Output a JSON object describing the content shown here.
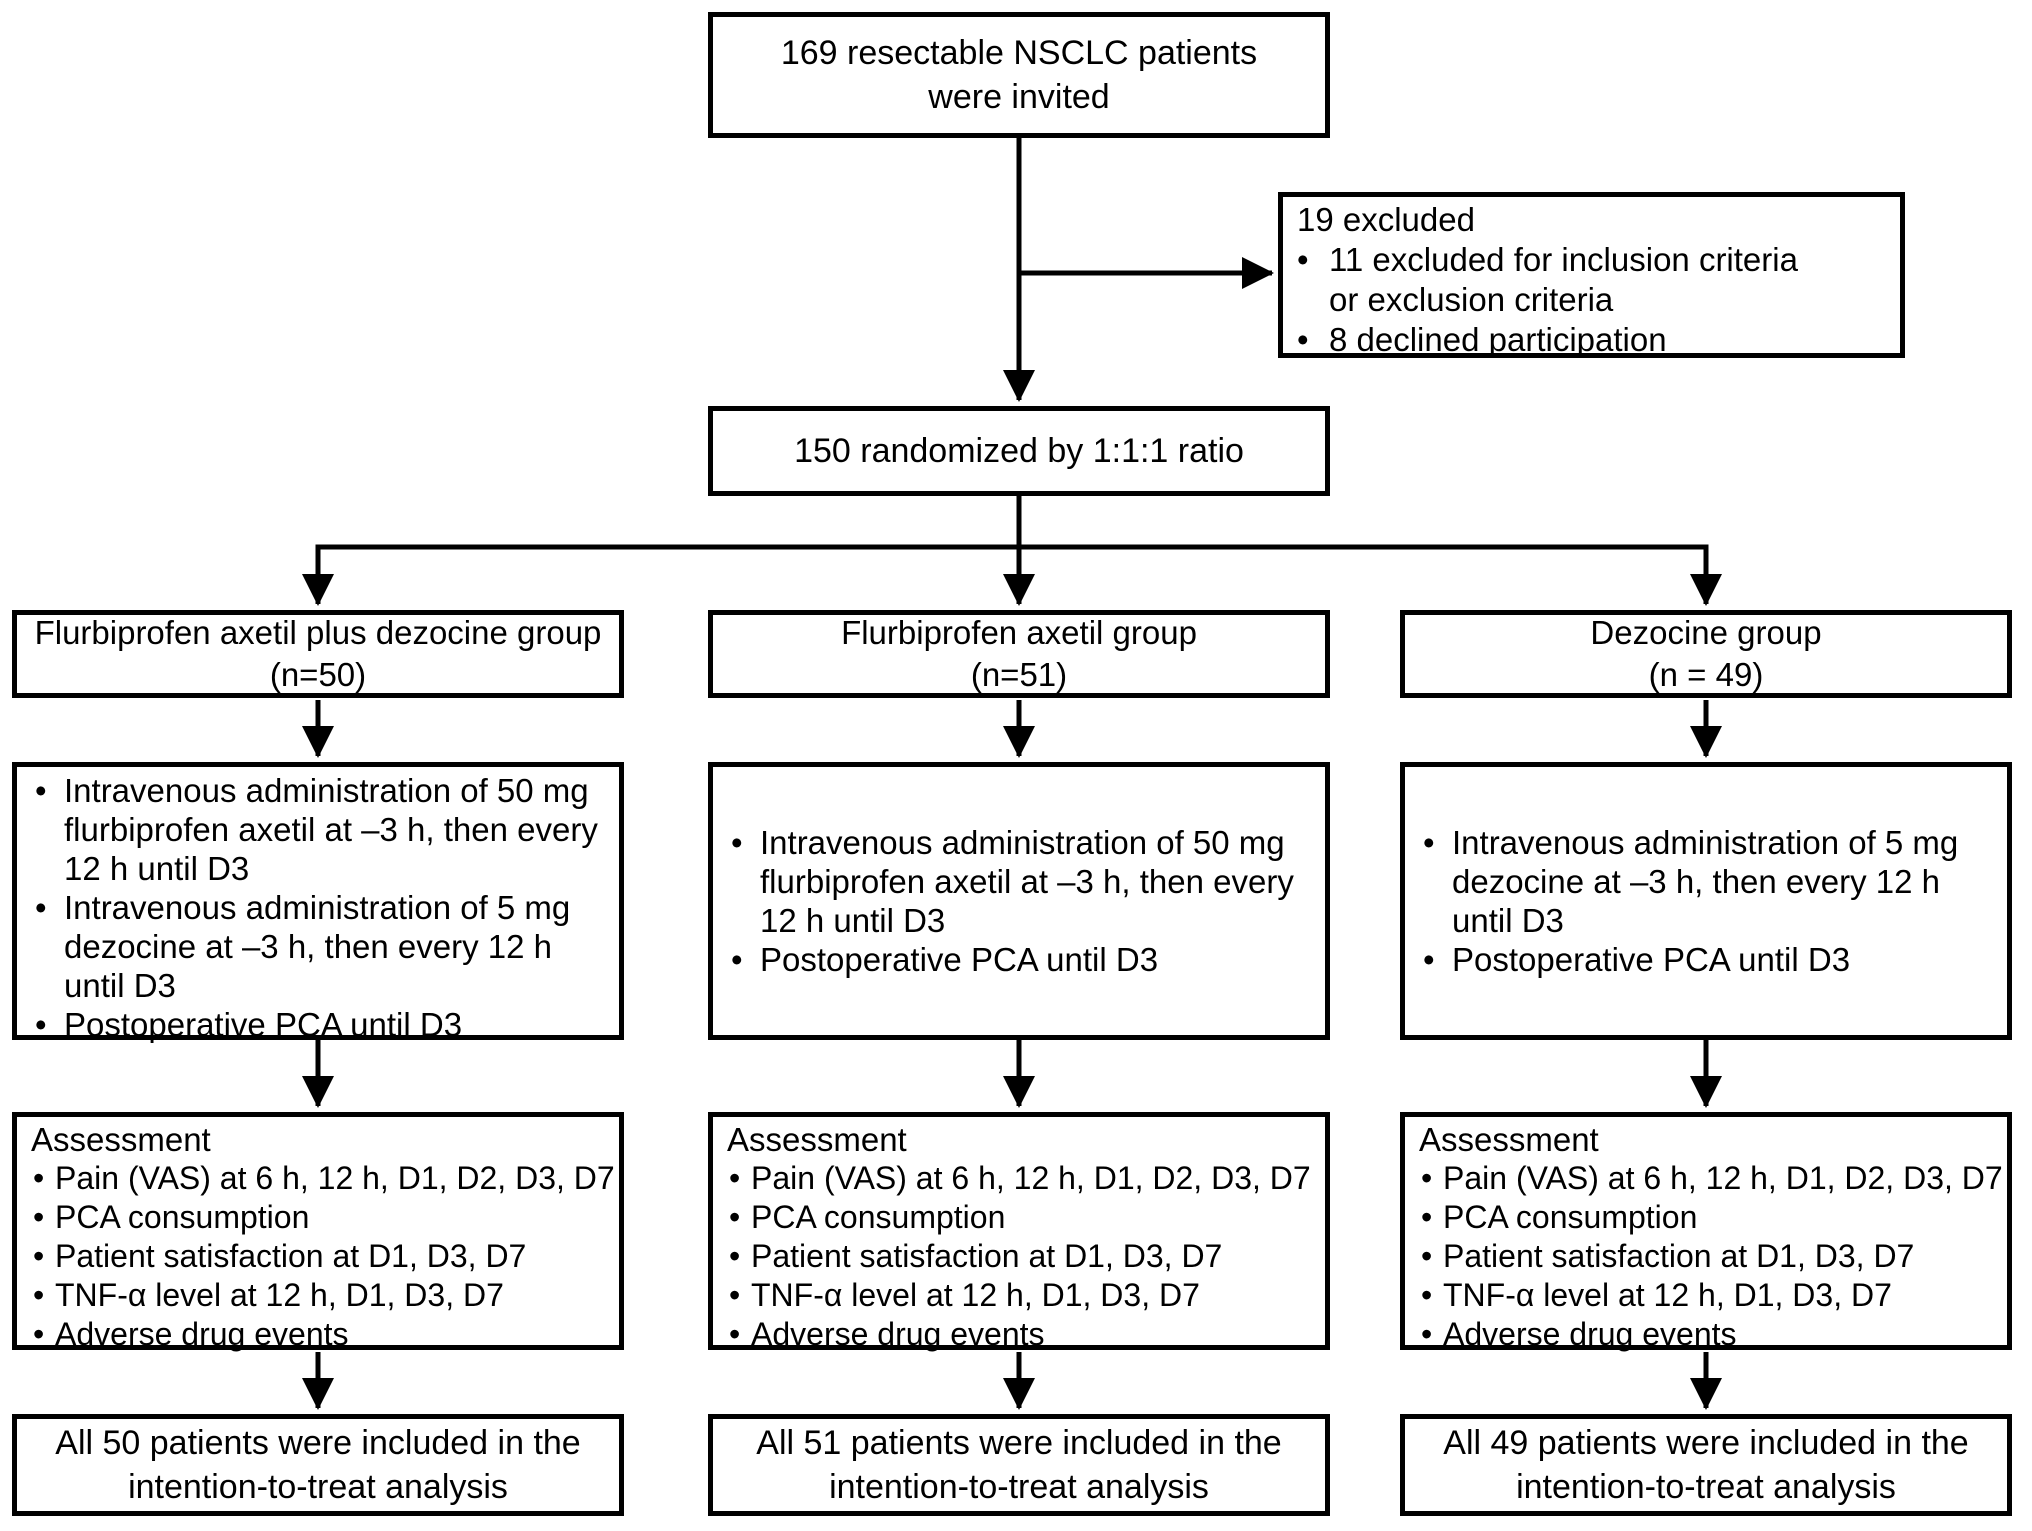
{
  "flow": {
    "invited_lines": [
      "169 resectable NSCLC patients",
      "were invited"
    ],
    "excluded": {
      "title": "19 excluded",
      "lines": [
        "11 excluded for inclusion criteria",
        "or exclusion criteria",
        "8 declined participation"
      ]
    },
    "randomized": "150 randomized by 1:1:1 ratio",
    "columns": [
      {
        "group_name": "Flurbiprofen axetil plus dezocine group",
        "group_n": "(n=50)",
        "intervention_lines": [
          "Intravenous administration of 50 mg",
          "flurbiprofen axetil at –3 h, then every",
          "12 h until D3",
          "Intravenous administration of 5 mg",
          "dezocine at –3 h, then every 12 h",
          "until D3",
          "Postoperative PCA until D3"
        ],
        "assessment": {
          "title": "Assessment",
          "items": [
            "Pain (VAS) at 6 h, 12 h, D1, D2, D3, D7",
            "PCA consumption",
            "Patient satisfaction at D1, D3, D7",
            "TNF-α level at 12 h, D1, D3, D7",
            "Adverse drug events"
          ]
        },
        "itt_lines": [
          "All 50 patients were included in the",
          "intention-to-treat analysis"
        ]
      },
      {
        "group_name": "Flurbiprofen axetil group",
        "group_n": "(n=51)",
        "intervention_lines": [
          "Intravenous administration of 50 mg",
          "flurbiprofen axetil at –3 h, then every",
          "12 h until D3",
          "Postoperative PCA until D3"
        ],
        "assessment": {
          "title": "Assessment",
          "items": [
            "Pain (VAS) at 6 h, 12 h, D1, D2, D3, D7",
            "PCA consumption",
            "Patient satisfaction at D1, D3, D7",
            "TNF-α level at 12 h, D1, D3, D7",
            "Adverse drug events"
          ]
        },
        "itt_lines": [
          "All 51 patients were included in the",
          "intention-to-treat analysis"
        ]
      },
      {
        "group_name": "Dezocine group",
        "group_n": "(n = 49)",
        "intervention_lines": [
          "Intravenous administration of 5 mg",
          "dezocine at –3 h, then every 12 h",
          "until D3",
          "Postoperative PCA until D3"
        ],
        "assessment": {
          "title": "Assessment",
          "items": [
            "Pain (VAS) at 6 h, 12 h, D1, D2, D3, D7",
            "PCA consumption",
            "Patient satisfaction at D1, D3, D7",
            "TNF-α level at 12 h, D1, D3, D7",
            "Adverse drug events"
          ]
        },
        "itt_lines": [
          "All 49 patients were included in the",
          "intention-to-treat analysis"
        ]
      }
    ]
  }
}
